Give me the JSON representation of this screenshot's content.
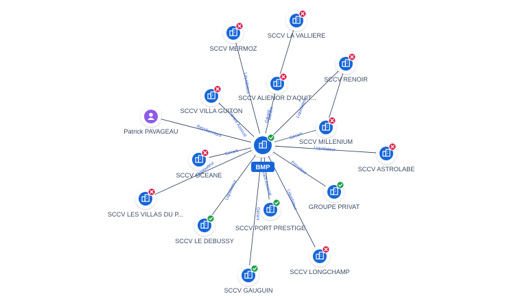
{
  "center": {
    "label": "BMP",
    "status": "active",
    "icon": "building-icon"
  },
  "nodes": [
    {
      "id": "sccv-mermoz",
      "label": "SCCV MERMOZ",
      "status": "closed",
      "icon": "building-icon",
      "relation": "Liquidateur"
    },
    {
      "id": "sccv-la-valliere",
      "label": "SCCV LA VALLIERE",
      "status": "closed",
      "icon": "building-icon",
      "relation": "Gérant"
    },
    {
      "id": "sccv-renoir",
      "label": "SCCV RENOIR",
      "status": "closed",
      "icon": "building-icon",
      "relation": "Liquidateur"
    },
    {
      "id": "sccv-alienor",
      "label": "SCCV ALIENOR D'AQUIT...",
      "status": "closed",
      "icon": "building-icon",
      "relation": "Gérant"
    },
    {
      "id": "sccv-villa-guiton",
      "label": "SCCV VILLA GUITON",
      "status": "closed",
      "icon": "building-icon",
      "relation": "Gérant Associé"
    },
    {
      "id": "patrick-pavageau",
      "label": "Patrick PAVAGEAU",
      "status": "person",
      "icon": "person-icon",
      "relation": "Représentant"
    },
    {
      "id": "sccv-millenium",
      "label": "SCCV MILLENIUM",
      "status": "closed",
      "icon": "building-icon",
      "relation": "Gérant"
    },
    {
      "id": "sccv-astrolabe",
      "label": "SCCV ASTROLABE",
      "status": "closed",
      "icon": "building-icon",
      "relation": "Liquidateur"
    },
    {
      "id": "sccv-oceane",
      "label": "SCCV OCEANE",
      "status": "closed",
      "icon": "building-icon",
      "relation": "Gérant"
    },
    {
      "id": "groupe-privat",
      "label": "GROUPE PRIVAT",
      "status": "active",
      "icon": "building-icon",
      "relation": "Président"
    },
    {
      "id": "sccv-villas-du-p",
      "label": "SCCV LES VILLAS DU P...",
      "status": "closed",
      "icon": "building-icon",
      "relation": "Liquidateur"
    },
    {
      "id": "sccv-le-debussy",
      "label": "SCCV LE DEBUSSY",
      "status": "active",
      "icon": "building-icon",
      "relation": "Liquidateur"
    },
    {
      "id": "sccv-port-prestige",
      "label": "SCCV PORT PRESTIGE",
      "status": "active",
      "icon": "building-icon",
      "relation": "Gérant Associé"
    },
    {
      "id": "sccv-gauguin",
      "label": "SCCV GAUGUIN",
      "status": "active",
      "icon": "building-icon",
      "relation": "Gérant"
    },
    {
      "id": "sccv-longchamp",
      "label": "SCCV LONGCHAMP",
      "status": "closed",
      "icon": "building-icon",
      "relation": "Liquidateur"
    }
  ],
  "colors": {
    "node_blue": "#1565d8",
    "status_closed": "#d81b47",
    "status_active": "#1e9e4a",
    "person_purple": "#8e5be8",
    "edge": "#3a4a66",
    "edge_label": "#2f5fd0",
    "label_text": "#3a4a66"
  }
}
